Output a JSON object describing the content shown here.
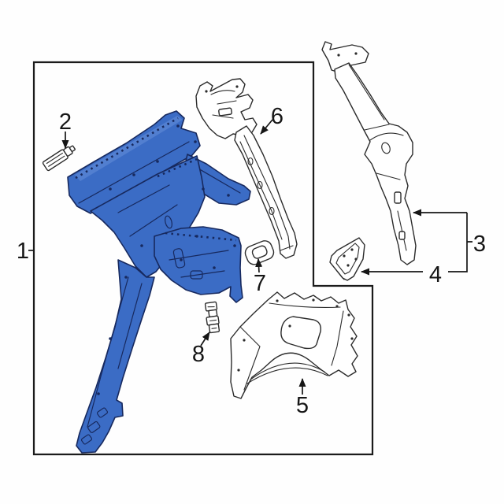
{
  "diagram": {
    "background": "#fefefe",
    "colors": {
      "highlight_fill": "#3b6cc5",
      "highlight_stroke": "#17295e",
      "part_stroke": "#2b2b2b",
      "callout_text": "#161616",
      "box_stroke": "#1b1b1b"
    },
    "callouts": [
      {
        "label": "1",
        "part": "quarter-panel-inner-assembly-highlighted"
      },
      {
        "label": "2",
        "part": "small-mounting-bracket"
      },
      {
        "label": "3",
        "part": "pillar-reinforcement"
      },
      {
        "label": "4",
        "part": "corner-gusset-bracket"
      },
      {
        "label": "5",
        "part": "wheelhouse-outer-panel"
      },
      {
        "label": "6",
        "part": "roof-side-rail-reinforcement"
      },
      {
        "label": "7",
        "part": "access-hole-plate"
      },
      {
        "label": "8",
        "part": "small-joint-bracket"
      }
    ]
  }
}
